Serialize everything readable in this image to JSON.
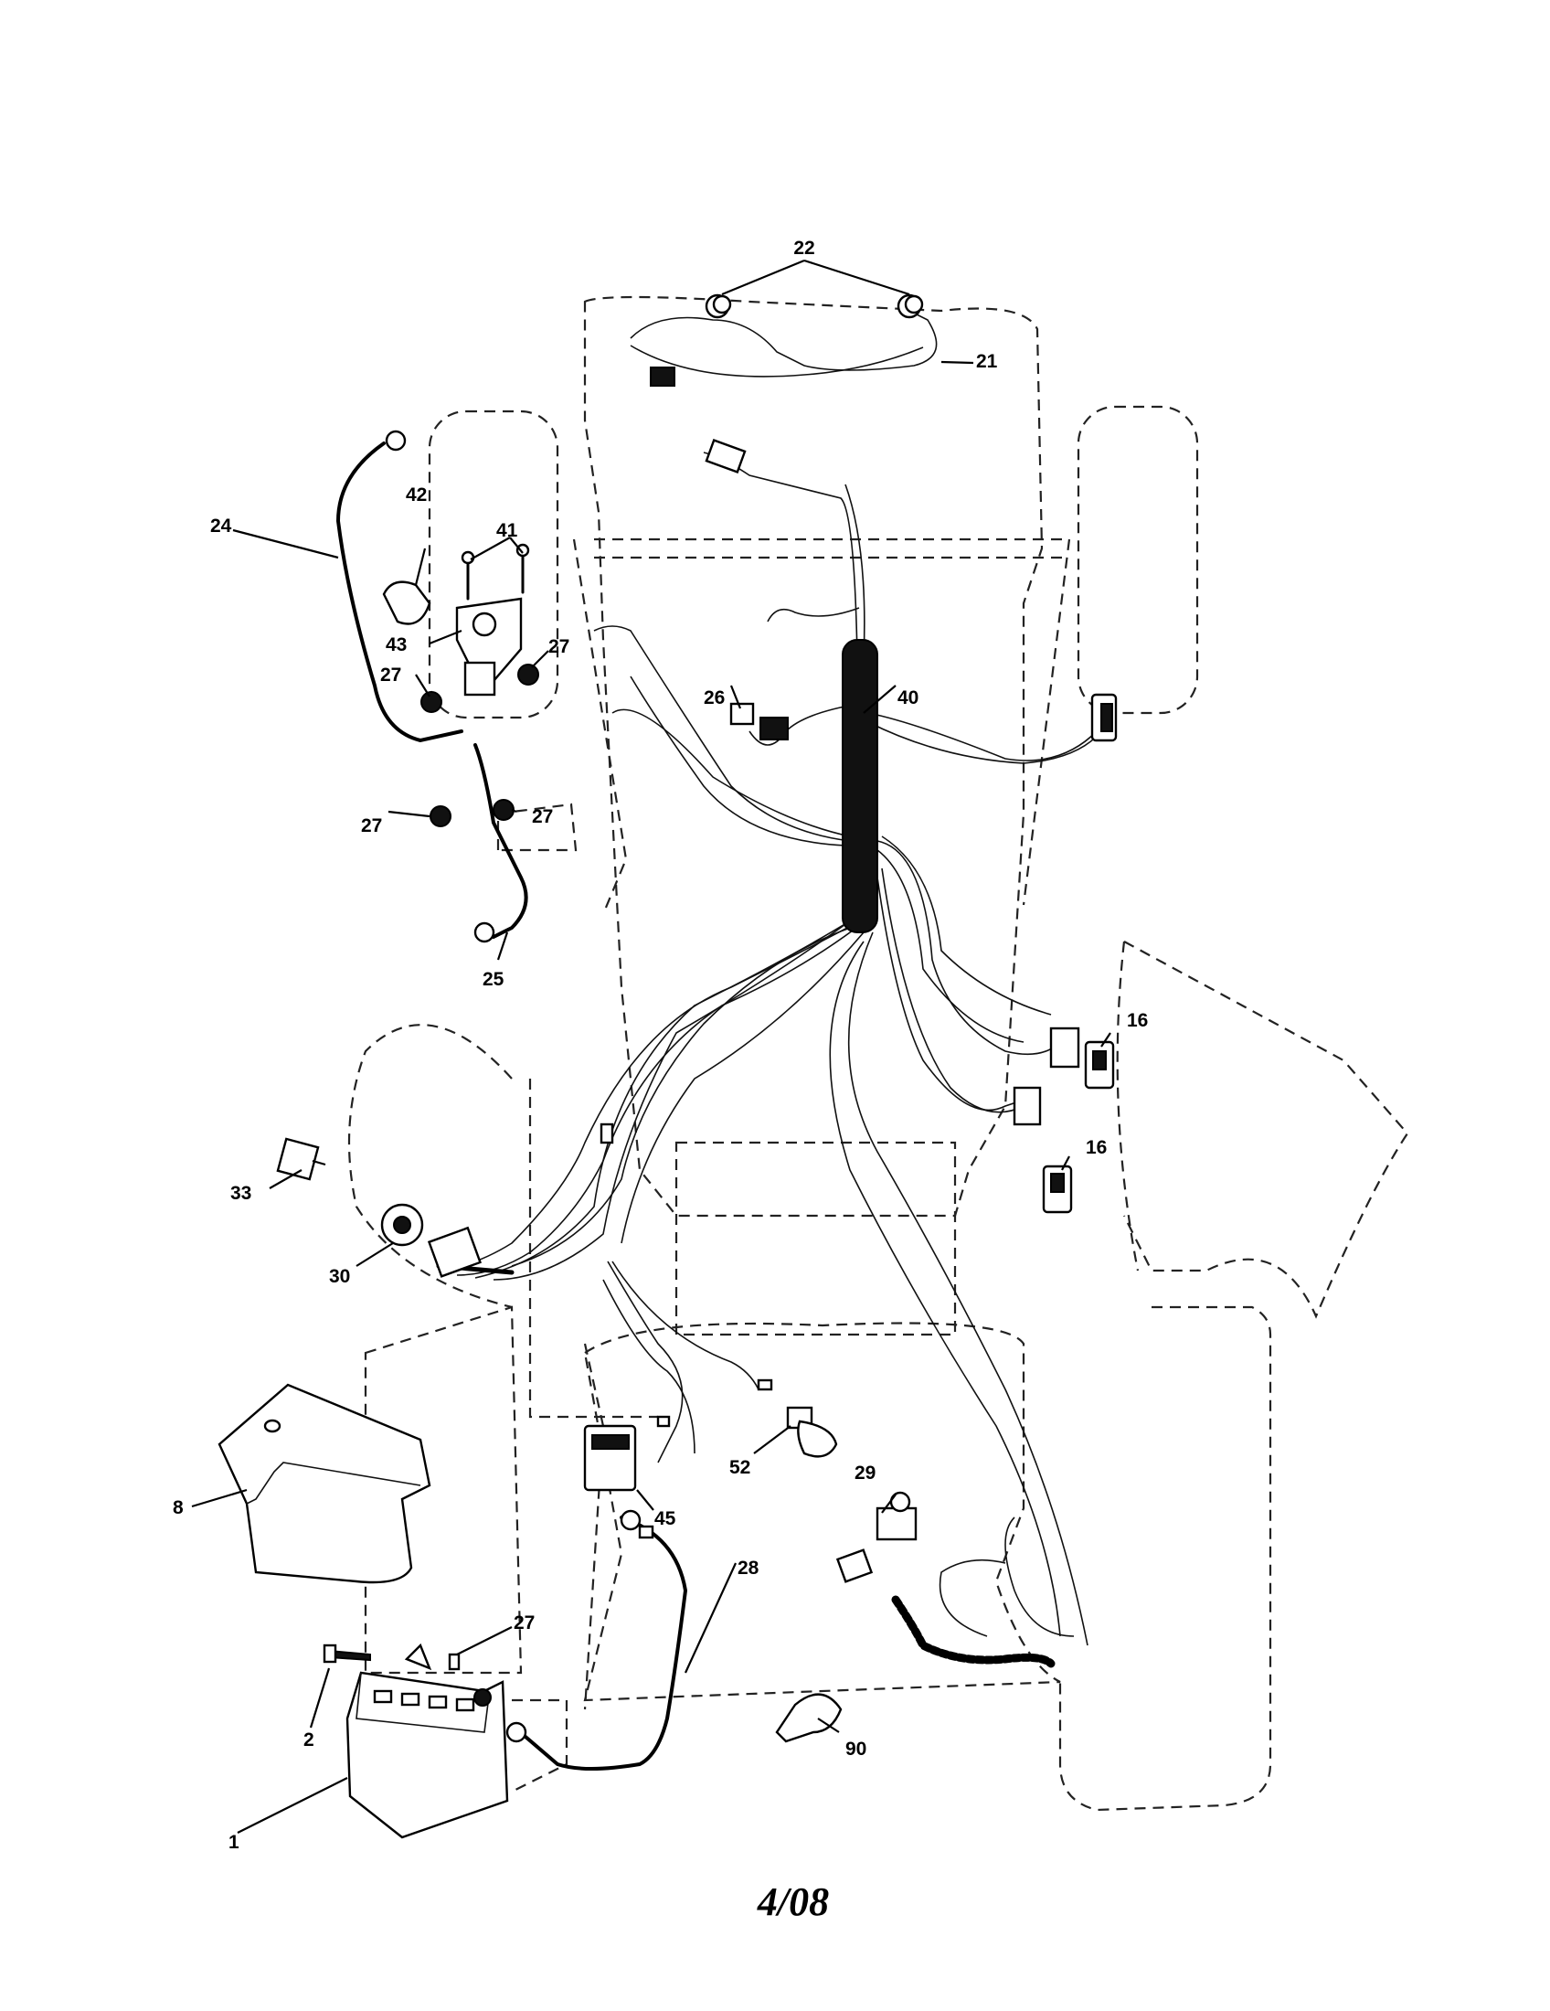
{
  "callouts": {
    "c1": "1",
    "c2": "2",
    "c8": "8",
    "c16a": "16",
    "c16b": "16",
    "c21": "21",
    "c22": "22",
    "c24": "24",
    "c25": "25",
    "c26": "26",
    "c27a": "27",
    "c27b": "27",
    "c27c": "27",
    "c27d": "27",
    "c27e": "27",
    "c28": "28",
    "c29": "29",
    "c30": "30",
    "c33": "33",
    "c40": "40",
    "c41": "41",
    "c42": "42",
    "c43": "43",
    "c45": "45",
    "c52": "52",
    "c90": "90"
  },
  "footer": {
    "date": "4/08"
  }
}
